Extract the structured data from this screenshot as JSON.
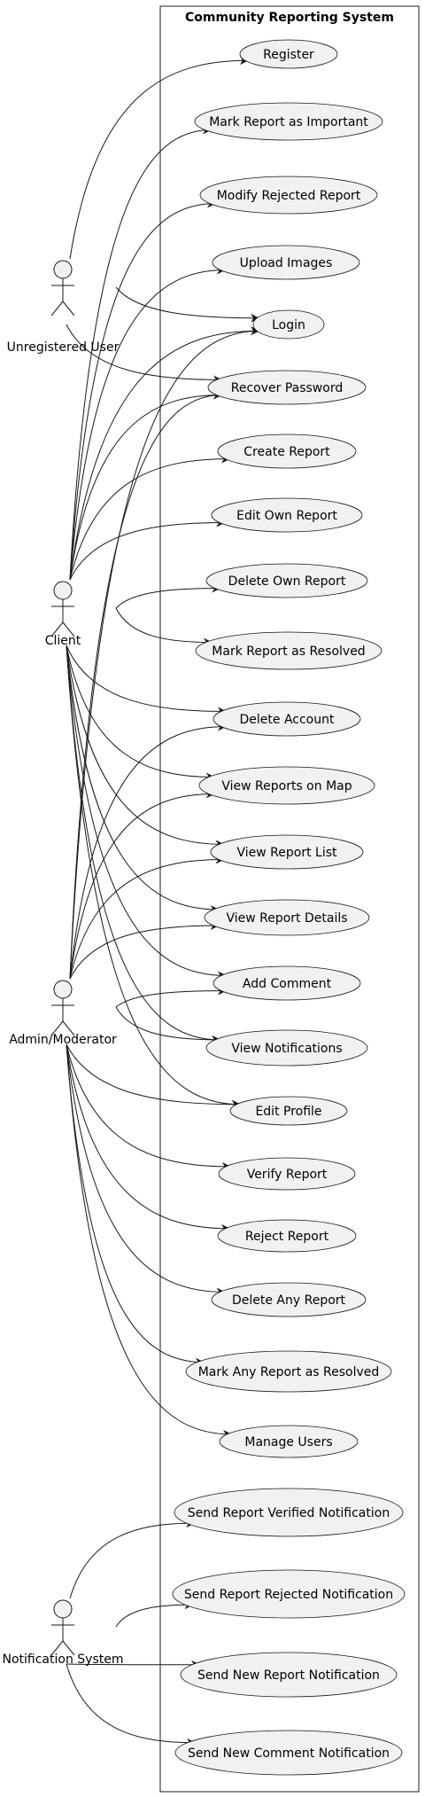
{
  "diagram": {
    "system": {
      "title": "Community Reporting System"
    },
    "colors": {
      "line": "#181818",
      "usecase_fill": "#F1F1F1",
      "background": "#FFFFFF"
    },
    "actors": [
      {
        "id": "unregistered",
        "label": "Unregistered User"
      },
      {
        "id": "client",
        "label": "Client"
      },
      {
        "id": "admin",
        "label": "Admin/Moderator"
      },
      {
        "id": "notif",
        "label": "Notification System"
      }
    ],
    "usecases": [
      {
        "id": "register",
        "label": "Register"
      },
      {
        "id": "mark_important",
        "label": "Mark Report as Important"
      },
      {
        "id": "modify_rejected",
        "label": "Modify Rejected Report"
      },
      {
        "id": "upload_images",
        "label": "Upload Images"
      },
      {
        "id": "login",
        "label": "Login"
      },
      {
        "id": "recover_password",
        "label": "Recover Password"
      },
      {
        "id": "create_report",
        "label": "Create Report"
      },
      {
        "id": "edit_own",
        "label": "Edit Own Report"
      },
      {
        "id": "delete_own",
        "label": "Delete Own Report"
      },
      {
        "id": "mark_resolved",
        "label": "Mark Report as Resolved"
      },
      {
        "id": "delete_account",
        "label": "Delete Account"
      },
      {
        "id": "view_map",
        "label": "View Reports on Map"
      },
      {
        "id": "view_list",
        "label": "View Report List"
      },
      {
        "id": "view_details",
        "label": "View Report Details"
      },
      {
        "id": "add_comment",
        "label": "Add Comment"
      },
      {
        "id": "view_notifications",
        "label": "View Notifications"
      },
      {
        "id": "edit_profile",
        "label": "Edit Profile"
      },
      {
        "id": "verify_report",
        "label": "Verify Report"
      },
      {
        "id": "reject_report",
        "label": "Reject Report"
      },
      {
        "id": "delete_any",
        "label": "Delete Any Report"
      },
      {
        "id": "mark_any_resolved",
        "label": "Mark Any Report as Resolved"
      },
      {
        "id": "manage_users",
        "label": "Manage Users"
      },
      {
        "id": "send_verified",
        "label": "Send Report Verified Notification"
      },
      {
        "id": "send_rejected",
        "label": "Send Report Rejected Notification"
      },
      {
        "id": "send_new_report",
        "label": "Send New Report Notification"
      },
      {
        "id": "send_new_comment",
        "label": "Send New Comment Notification"
      }
    ],
    "links": [
      {
        "from": "unregistered",
        "to": "register"
      },
      {
        "from": "unregistered",
        "to": "login"
      },
      {
        "from": "unregistered",
        "to": "recover_password"
      },
      {
        "from": "client",
        "to": "mark_important"
      },
      {
        "from": "client",
        "to": "modify_rejected"
      },
      {
        "from": "client",
        "to": "upload_images"
      },
      {
        "from": "client",
        "to": "login"
      },
      {
        "from": "client",
        "to": "recover_password"
      },
      {
        "from": "client",
        "to": "create_report"
      },
      {
        "from": "client",
        "to": "edit_own"
      },
      {
        "from": "client",
        "to": "delete_own"
      },
      {
        "from": "client",
        "to": "mark_resolved"
      },
      {
        "from": "client",
        "to": "delete_account"
      },
      {
        "from": "client",
        "to": "view_map"
      },
      {
        "from": "client",
        "to": "view_list"
      },
      {
        "from": "client",
        "to": "view_details"
      },
      {
        "from": "client",
        "to": "add_comment"
      },
      {
        "from": "client",
        "to": "view_notifications"
      },
      {
        "from": "client",
        "to": "edit_profile"
      },
      {
        "from": "admin",
        "to": "login"
      },
      {
        "from": "admin",
        "to": "recover_password"
      },
      {
        "from": "admin",
        "to": "delete_account"
      },
      {
        "from": "admin",
        "to": "view_map"
      },
      {
        "from": "admin",
        "to": "view_list"
      },
      {
        "from": "admin",
        "to": "view_details"
      },
      {
        "from": "admin",
        "to": "add_comment"
      },
      {
        "from": "admin",
        "to": "view_notifications"
      },
      {
        "from": "admin",
        "to": "edit_profile"
      },
      {
        "from": "admin",
        "to": "verify_report"
      },
      {
        "from": "admin",
        "to": "reject_report"
      },
      {
        "from": "admin",
        "to": "delete_any"
      },
      {
        "from": "admin",
        "to": "mark_any_resolved"
      },
      {
        "from": "admin",
        "to": "manage_users"
      },
      {
        "from": "notif",
        "to": "send_verified"
      },
      {
        "from": "notif",
        "to": "send_rejected"
      },
      {
        "from": "notif",
        "to": "send_new_report"
      },
      {
        "from": "notif",
        "to": "send_new_comment"
      }
    ]
  }
}
